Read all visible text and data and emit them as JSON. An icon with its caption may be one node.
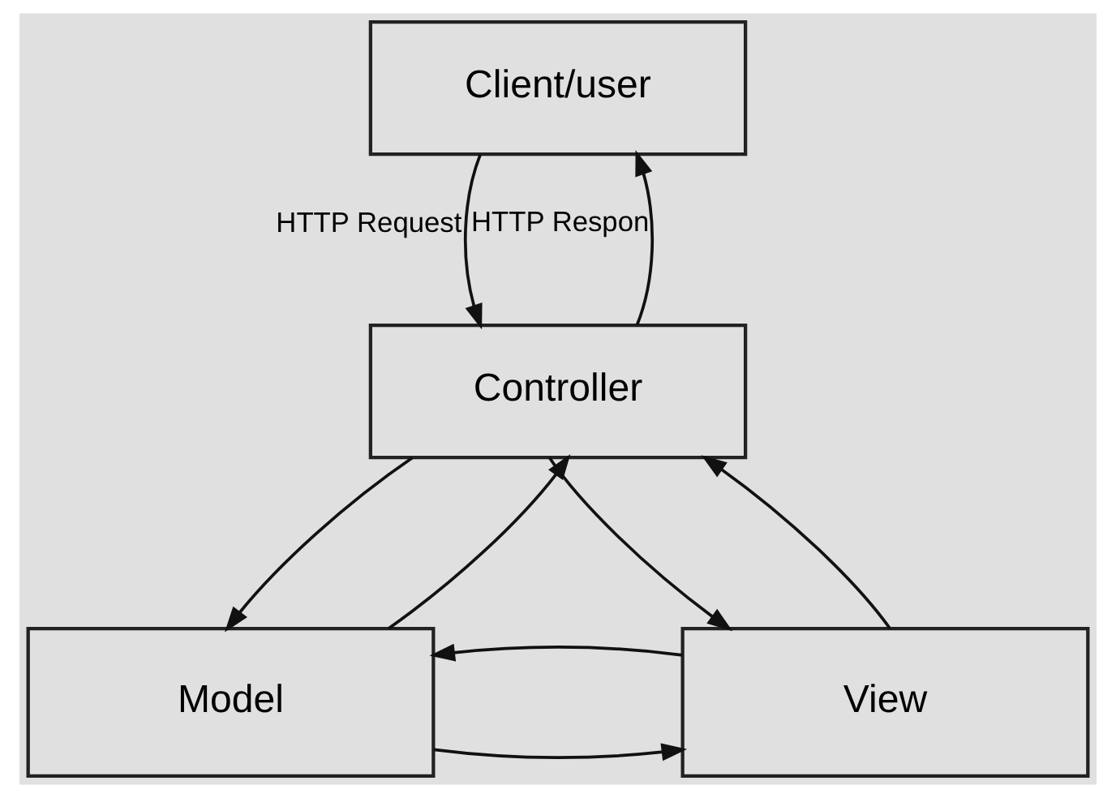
{
  "diagram": {
    "nodes": [
      {
        "text": [
          "Client/user"
        ]
      },
      {
        "text": [
          "Controller"
        ]
      },
      {
        "text": [
          "Model"
        ]
      },
      {
        "text": [
          "View"
        ]
      }
    ],
    "edges": [
      {
        "from": 0,
        "to": 1,
        "arrow": "to",
        "label": "HTTP Request"
      },
      {
        "from": 1,
        "to": 0,
        "arrow": "to",
        "label": "HTTP Respon"
      },
      {
        "from": 1,
        "to": 2,
        "arrow": "to"
      },
      {
        "from": 2,
        "to": 1,
        "arrow": "to"
      },
      {
        "from": 3,
        "to": 1,
        "arrow": "to"
      },
      {
        "from": 1,
        "to": 3,
        "arrow": "to"
      },
      {
        "from": 2,
        "to": 3,
        "arrow": "to"
      },
      {
        "from": 3,
        "to": 2,
        "arrow": "to"
      }
    ]
  }
}
